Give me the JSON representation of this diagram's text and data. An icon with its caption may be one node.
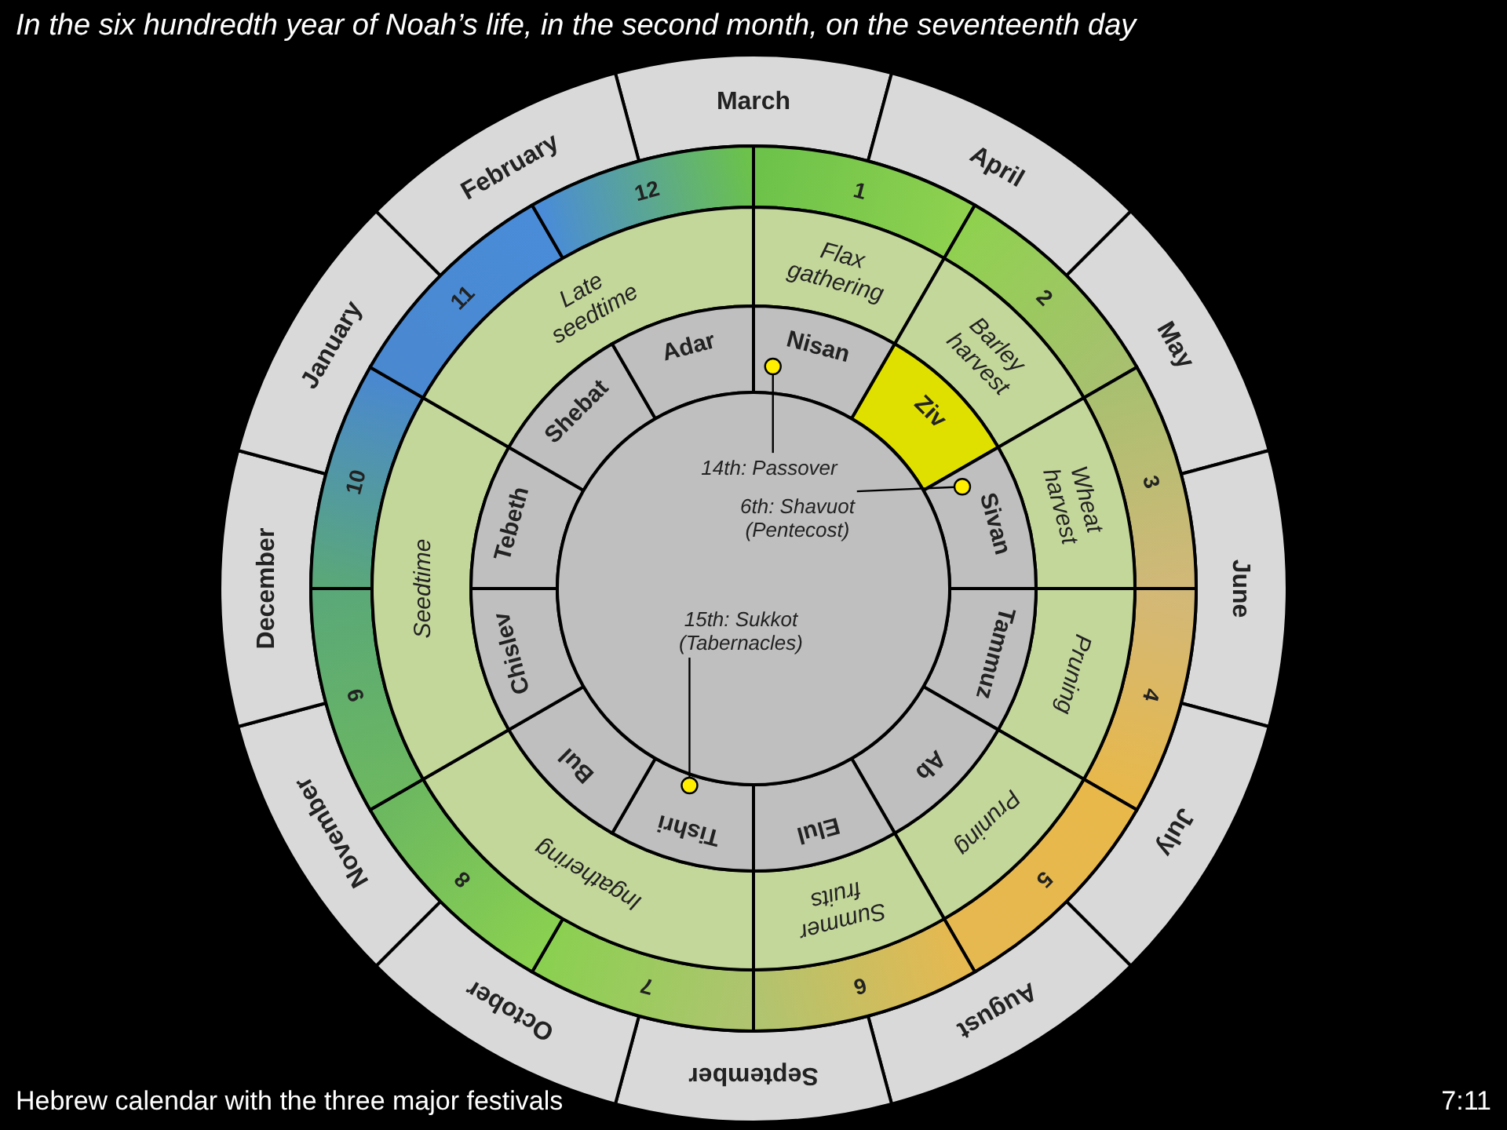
{
  "diagram": {
    "title": "In the six hundredth year of Noah’s life, in the second month, on the seventeenth day",
    "caption": "Hebrew calendar with the three major festivals",
    "nodes": [
      {
        "text": [
          "March"
        ]
      },
      {
        "text": [
          "April"
        ]
      },
      {
        "text": [
          "May"
        ]
      },
      {
        "text": [
          "June"
        ]
      },
      {
        "text": [
          "July"
        ]
      },
      {
        "text": [
          "August"
        ]
      },
      {
        "text": [
          "September"
        ]
      },
      {
        "text": [
          "October"
        ]
      },
      {
        "text": [
          "November"
        ]
      },
      {
        "text": [
          "December"
        ]
      },
      {
        "text": [
          "January"
        ]
      },
      {
        "text": [
          "February"
        ]
      },
      {
        "text": [
          "1"
        ]
      },
      {
        "text": [
          "2"
        ]
      },
      {
        "text": [
          "3"
        ]
      },
      {
        "text": [
          "4"
        ]
      },
      {
        "text": [
          "5"
        ]
      },
      {
        "text": [
          "6"
        ]
      },
      {
        "text": [
          "7"
        ]
      },
      {
        "text": [
          "8"
        ]
      },
      {
        "text": [
          "9"
        ]
      },
      {
        "text": [
          "10"
        ]
      },
      {
        "text": [
          "11"
        ]
      },
      {
        "text": [
          "12"
        ]
      },
      {
        "text": [
          "Flax gathering"
        ]
      },
      {
        "text": [
          "Barley harvest"
        ]
      },
      {
        "text": [
          "Wheat harvest"
        ]
      },
      {
        "text": [
          "Pruning"
        ]
      },
      {
        "text": [
          "Pruning"
        ]
      },
      {
        "text": [
          "Summer fruits"
        ]
      },
      {
        "text": [
          "Ingathering"
        ]
      },
      {
        "text": [
          "Seedtime"
        ]
      },
      {
        "text": [
          "Late seedtime"
        ]
      },
      {
        "text": [
          "Nisan"
        ]
      },
      {
        "text": [
          "Ziv"
        ]
      },
      {
        "text": [
          "Sivan"
        ]
      },
      {
        "text": [
          "Tammuz"
        ]
      },
      {
        "text": [
          "Ab"
        ]
      },
      {
        "text": [
          "Elul"
        ]
      },
      {
        "text": [
          "Tishri"
        ]
      },
      {
        "text": [
          "Bul"
        ]
      },
      {
        "text": [
          "Chislev"
        ]
      },
      {
        "text": [
          "Tebeth"
        ]
      },
      {
        "text": [
          "Shebat"
        ]
      },
      {
        "text": [
          "Adar"
        ]
      },
      {
        "text": [],
        "shape": "circle"
      },
      {
        "text": [
          "14th: Passover"
        ],
        "in": 45
      },
      {
        "text": [
          "6th: Shavuot (Pentecost)"
        ],
        "in": 45
      },
      {
        "text": [
          "15th: Sukkot (Tabernacles)"
        ],
        "in": 45
      },
      {
        "text": [],
        "shape": "circle",
        "in": 33
      },
      {
        "text": [],
        "shape": "circle",
        "in": 35
      },
      {
        "text": [],
        "shape": "circle",
        "in": 39
      }
    ],
    "edges": [
      {
        "from": 46,
        "to": 49,
        "arrow": "none"
      },
      {
        "from": 47,
        "to": 50,
        "arrow": "none"
      },
      {
        "from": 48,
        "to": 51,
        "arrow": "none"
      }
    ],
    "labels": [
      "7:11"
    ]
  }
}
